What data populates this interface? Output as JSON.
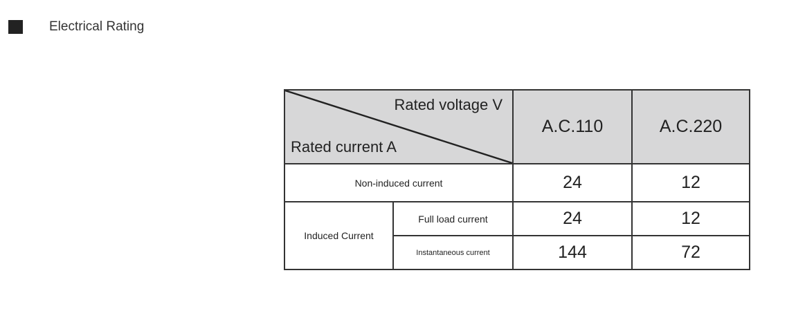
{
  "section": {
    "title": "Electrical Rating"
  },
  "table": {
    "corner": {
      "top_label": "Rated voltage V",
      "bottom_label": "Rated current A"
    },
    "columns": [
      "A.C.110",
      "A.C.220"
    ],
    "rows": [
      {
        "label": "Non-induced current",
        "values": [
          "24",
          "12"
        ]
      },
      {
        "group": "Induced Current",
        "label": "Full load current",
        "values": [
          "24",
          "12"
        ]
      },
      {
        "label": "Instantaneous current",
        "values": [
          "144",
          "72"
        ]
      }
    ]
  }
}
